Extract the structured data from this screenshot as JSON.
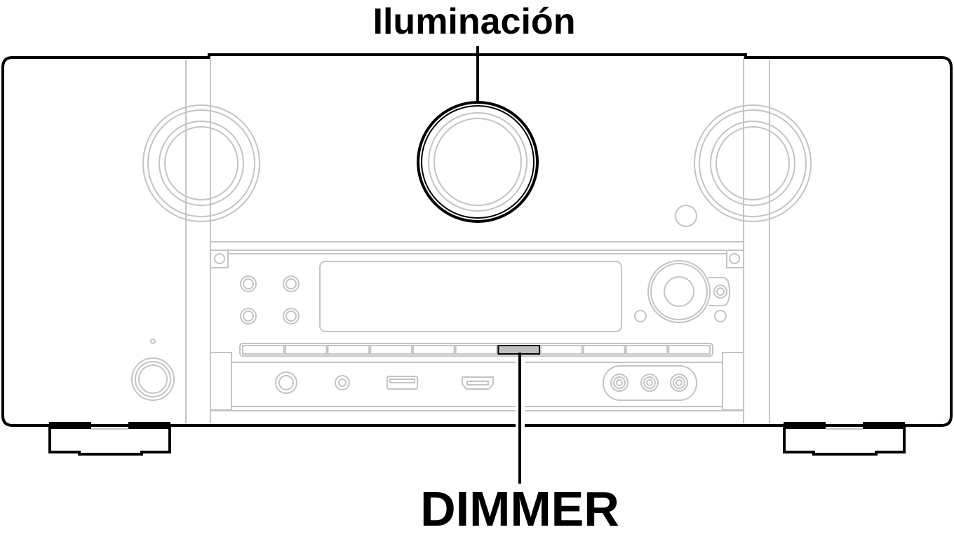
{
  "labels": {
    "top": "Iluminación",
    "bottom": "DIMMER"
  },
  "colors": {
    "outline": "#000000",
    "detail": "#c4c4c4",
    "highlight": "#c0c0c0"
  },
  "button_strip": {
    "segments": 11,
    "highlighted_index": 6
  }
}
